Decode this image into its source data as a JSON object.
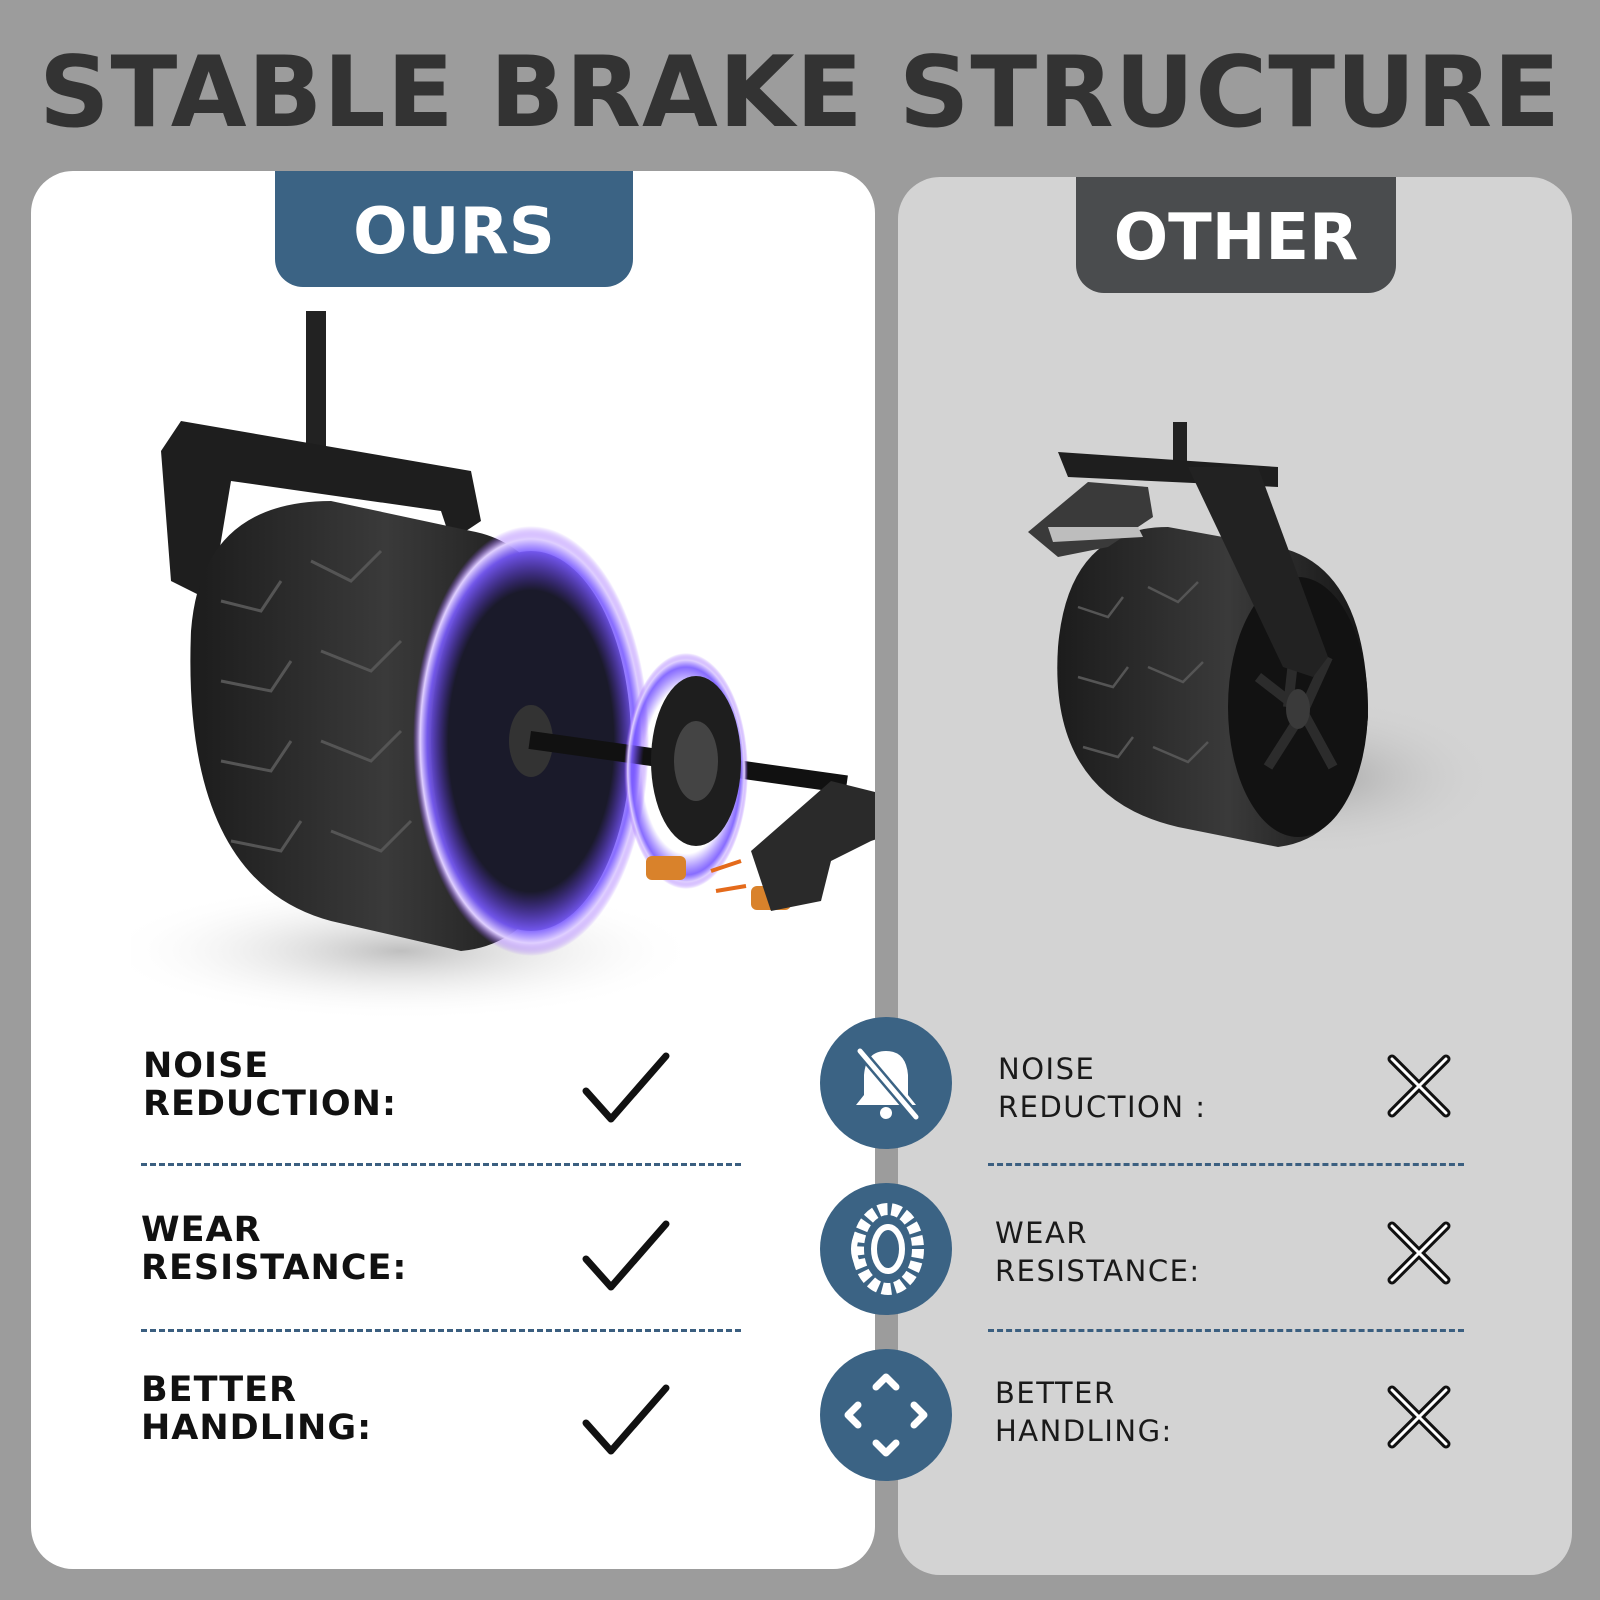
{
  "title": "STABLE BRAKE STRUCTURE",
  "ours": {
    "tab_label": "OURS",
    "rows": [
      {
        "label": "NOISE\nREDUCTION:",
        "mark": "check-icon"
      },
      {
        "label": "WEAR\nRESISTANCE:",
        "mark": "check-icon"
      },
      {
        "label": "BETTER\nHANDLING:",
        "mark": "check-icon"
      }
    ]
  },
  "other": {
    "tab_label": "OTHER",
    "rows": [
      {
        "label": "NOISE\nREDUCTION :",
        "mark": "cross-icon"
      },
      {
        "label": "WEAR\nRESISTANCE:",
        "mark": "cross-icon"
      },
      {
        "label": "BETTER\nHANDLING:",
        "mark": "cross-icon"
      }
    ]
  },
  "badges": [
    "bell-off-icon",
    "tire-icon",
    "move-arrows-icon"
  ],
  "colors": {
    "background": "#9c9c9c",
    "accent_blue": "#3b6384",
    "dark_tab": "#4a4c4e",
    "other_panel": "#d3d3d3",
    "ours_panel": "#ffffff"
  }
}
